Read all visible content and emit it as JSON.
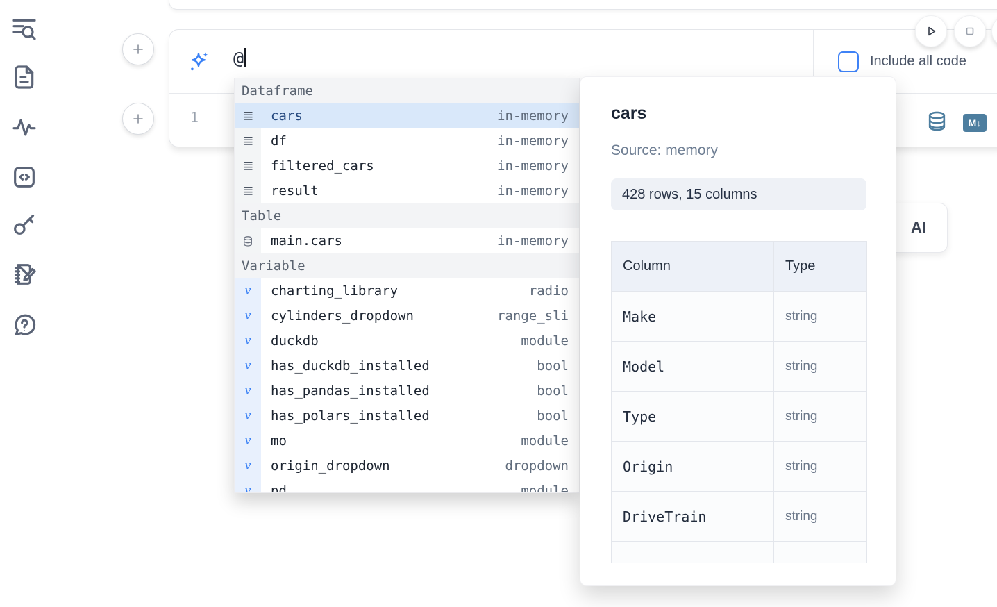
{
  "sidebar": {
    "items": [
      {
        "icon": "toc-search-icon"
      },
      {
        "icon": "file-icon"
      },
      {
        "icon": "activity-icon"
      },
      {
        "icon": "code-snippets-icon"
      },
      {
        "icon": "key-icon"
      },
      {
        "icon": "scratchpad-icon"
      },
      {
        "icon": "help-chat-icon"
      }
    ]
  },
  "ai_panel": {
    "prompt_value": "@",
    "include_all_code_label": "Include all code",
    "checkbox_checked": false
  },
  "cell": {
    "line_number": "1"
  },
  "ai_button": {
    "label": "AI"
  },
  "autocomplete": {
    "sections": [
      {
        "label": "Dataframe",
        "items": [
          {
            "name": "cars",
            "type": "in-memory",
            "icon": "dataframe",
            "selected": true
          },
          {
            "name": "df",
            "type": "in-memory",
            "icon": "dataframe",
            "selected": false
          },
          {
            "name": "filtered_cars",
            "type": "in-memory",
            "icon": "dataframe",
            "selected": false
          },
          {
            "name": "result",
            "type": "in-memory",
            "icon": "dataframe",
            "selected": false
          }
        ]
      },
      {
        "label": "Table",
        "items": [
          {
            "name": "main.cars",
            "type": "in-memory",
            "icon": "table",
            "selected": false
          }
        ]
      },
      {
        "label": "Variable",
        "items": [
          {
            "name": "charting_library",
            "type": "radio",
            "icon": "variable",
            "selected": false
          },
          {
            "name": "cylinders_dropdown",
            "type": "range_sli",
            "icon": "variable",
            "selected": false
          },
          {
            "name": "duckdb",
            "type": "module",
            "icon": "variable",
            "selected": false
          },
          {
            "name": "has_duckdb_installed",
            "type": "bool",
            "icon": "variable",
            "selected": false
          },
          {
            "name": "has_pandas_installed",
            "type": "bool",
            "icon": "variable",
            "selected": false
          },
          {
            "name": "has_polars_installed",
            "type": "bool",
            "icon": "variable",
            "selected": false
          },
          {
            "name": "mo",
            "type": "module",
            "icon": "variable",
            "selected": false
          },
          {
            "name": "origin_dropdown",
            "type": "dropdown",
            "icon": "variable",
            "selected": false
          },
          {
            "name": "pd",
            "type": "module",
            "icon": "variable",
            "selected": false
          }
        ]
      }
    ]
  },
  "preview": {
    "title": "cars",
    "source": "Source: memory",
    "shape_badge": "428 rows, 15 columns",
    "table": {
      "headers": [
        "Column",
        "Type"
      ],
      "rows": [
        [
          "Make",
          "string"
        ],
        [
          "Model",
          "string"
        ],
        [
          "Type",
          "string"
        ],
        [
          "Origin",
          "string"
        ],
        [
          "DriveTrain",
          "string"
        ],
        [
          "",
          ""
        ]
      ]
    }
  },
  "icons": {
    "markdown_badge": "M↓"
  },
  "colors": {
    "accent_blue": "#3b82f6",
    "steel_blue": "#4d7e9f",
    "selection_blue": "#d9e8fa",
    "header_gray": "#f3f4f6"
  }
}
